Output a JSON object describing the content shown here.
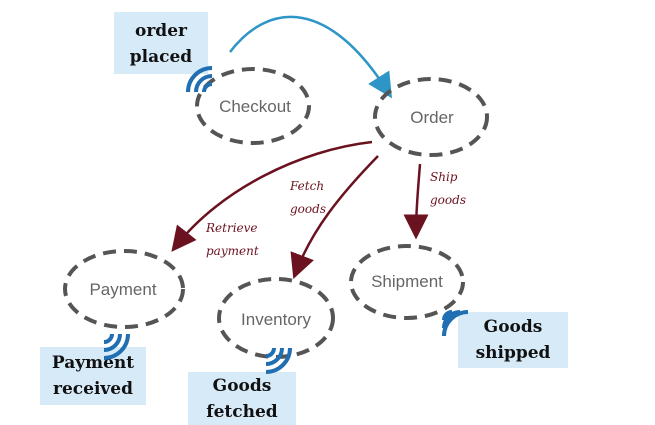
{
  "colors": {
    "note_background": "#d6eaf8",
    "node_border": "#555555",
    "primary_arrow": "#2e95c7",
    "command_arrow": "#6b1220",
    "event_signal": "#1f6fb2"
  },
  "nodes": {
    "checkout": "Checkout",
    "order": "Order",
    "payment": "Payment",
    "inventory": "Inventory",
    "shipment": "Shipment"
  },
  "events": {
    "order_placed": [
      "order",
      "placed"
    ],
    "payment_received": [
      "Payment",
      "received"
    ],
    "goods_fetched": [
      "Goods",
      "fetched"
    ],
    "goods_shipped": [
      "Goods",
      "shipped"
    ]
  },
  "commands": {
    "retrieve_payment": [
      "Retrieve",
      "payment"
    ],
    "fetch_goods": [
      "Fetch",
      "goods"
    ],
    "ship_goods": [
      "Ship",
      "goods"
    ]
  },
  "icons": {
    "signal": "broadcast-signal-icon"
  }
}
